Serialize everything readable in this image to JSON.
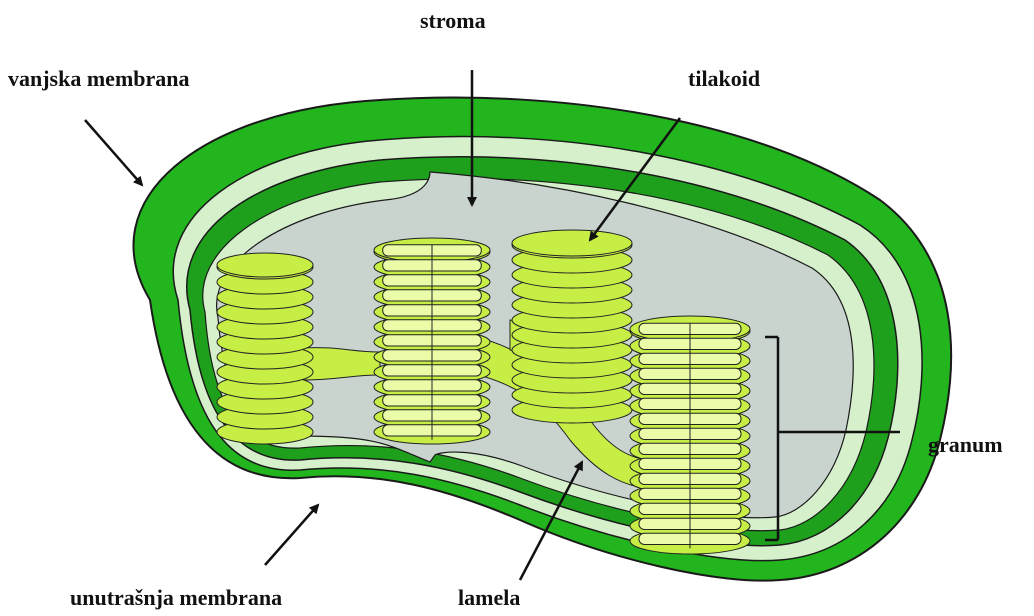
{
  "labels": {
    "stroma": "stroma",
    "outer_membrane": "vanjska membrana",
    "thylakoid": "tilakoid",
    "granum": "granum",
    "inner_membrane": "unutrašnja membrana",
    "lamella": "lamela"
  },
  "colors": {
    "outer_membrane": "#22b51e",
    "outer_membrane_dark": "#0f8a12",
    "membrane_light": "#d7f0cc",
    "inner_membrane": "#1ea01c",
    "stroma": "#c9d4cf",
    "thylakoid_fill": "#c6ee45",
    "thylakoid_light": "#eafca8",
    "outline": "#222222"
  },
  "icons": [
    "arrow-stroma",
    "arrow-outer-membrane",
    "arrow-thylakoid",
    "arrow-inner-membrane",
    "arrow-lamella",
    "bracket-granum"
  ]
}
